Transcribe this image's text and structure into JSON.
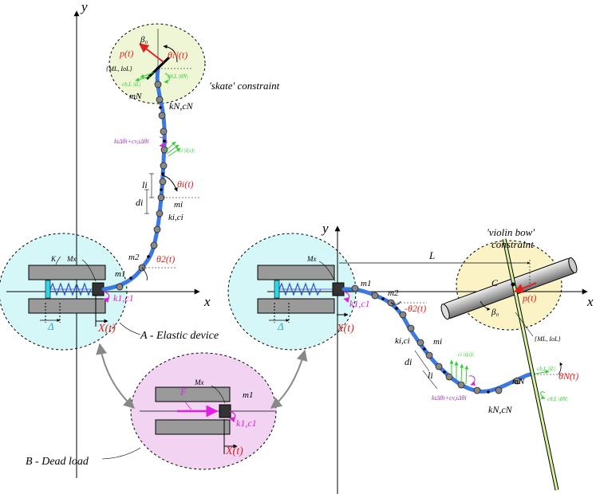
{
  "axes": {
    "left_y": "y",
    "left_x": "x",
    "right_y": "y",
    "right_x": "x"
  },
  "labels": {
    "skate_constraint": "'skate' constraint",
    "violin_bow_line1": "'violin bow'",
    "violin_bow_line2": "constraint",
    "elastic_device": "A - Elastic device",
    "dead_load": "B - Dead load",
    "L": "L",
    "C": "C",
    "F": "F",
    "K": "K"
  },
  "left_rod": {
    "beta0": "β₀",
    "theta_N": "θN(t)",
    "p": "p(t)",
    "inertia": "{ML, IoL}",
    "c_theta": "cθ,L |θ̇N|",
    "c_tau": "cb,L |ṫL|",
    "mN": "mN",
    "kN_cN": "kN,cN",
    "spring_damper": "kiΔθi+cv,iΔθ̇i",
    "c_tau_s": "ci |ṫ(s)|",
    "li": "li",
    "di": "di",
    "theta_i": "θi(t)",
    "mi": "mi",
    "ki_ci": "ki,ci",
    "m2": "m2",
    "theta2": "θ2(t)",
    "m1": "m1",
    "k1_c1": "k1,c1"
  },
  "left_device": {
    "K": "K",
    "Mx": "Mx",
    "delta": "Δ",
    "X": "X(t)"
  },
  "right_device": {
    "Mx": "Mx",
    "delta": "Δ",
    "X": "X(t)",
    "m1": "m1",
    "k1_c1": "k1,c1"
  },
  "right_rod": {
    "m2": "m2",
    "theta2": "-θ2(t)",
    "ki_ci": "ki,ci",
    "mi": "mi",
    "di": "di",
    "li": "li",
    "c_tau_s": "ci |ṫ(s)|",
    "spring_damper": "kiΔθi+cv,iΔθ̇i",
    "mN": "mN",
    "kN_cN": "kN,cN",
    "theta_N": "θN(t)",
    "c_tau": "cb,L |ṫL|",
    "c_theta": "cθ,L |θ̇N|",
    "p": "p(t)",
    "beta0": "β₀",
    "inertia": "{ML, IoL}"
  },
  "dead_load_device": {
    "F": "F",
    "Mx": "Mx",
    "m1": "m1",
    "k1_c1": "k1,c1",
    "X": "X(t)"
  },
  "colors": {
    "rod": "#3b78e0",
    "mass": "#888888",
    "elastic_fill": "#d6f7f7",
    "skate_fill": "#eef6d6",
    "bow_fill": "#fbf3c6",
    "dead_fill": "#f2d3f2",
    "red": "#e02020",
    "green": "#33cc33",
    "magenta": "#e020e0",
    "purple": "#a040c0",
    "cyan": "#2fd7e6"
  }
}
